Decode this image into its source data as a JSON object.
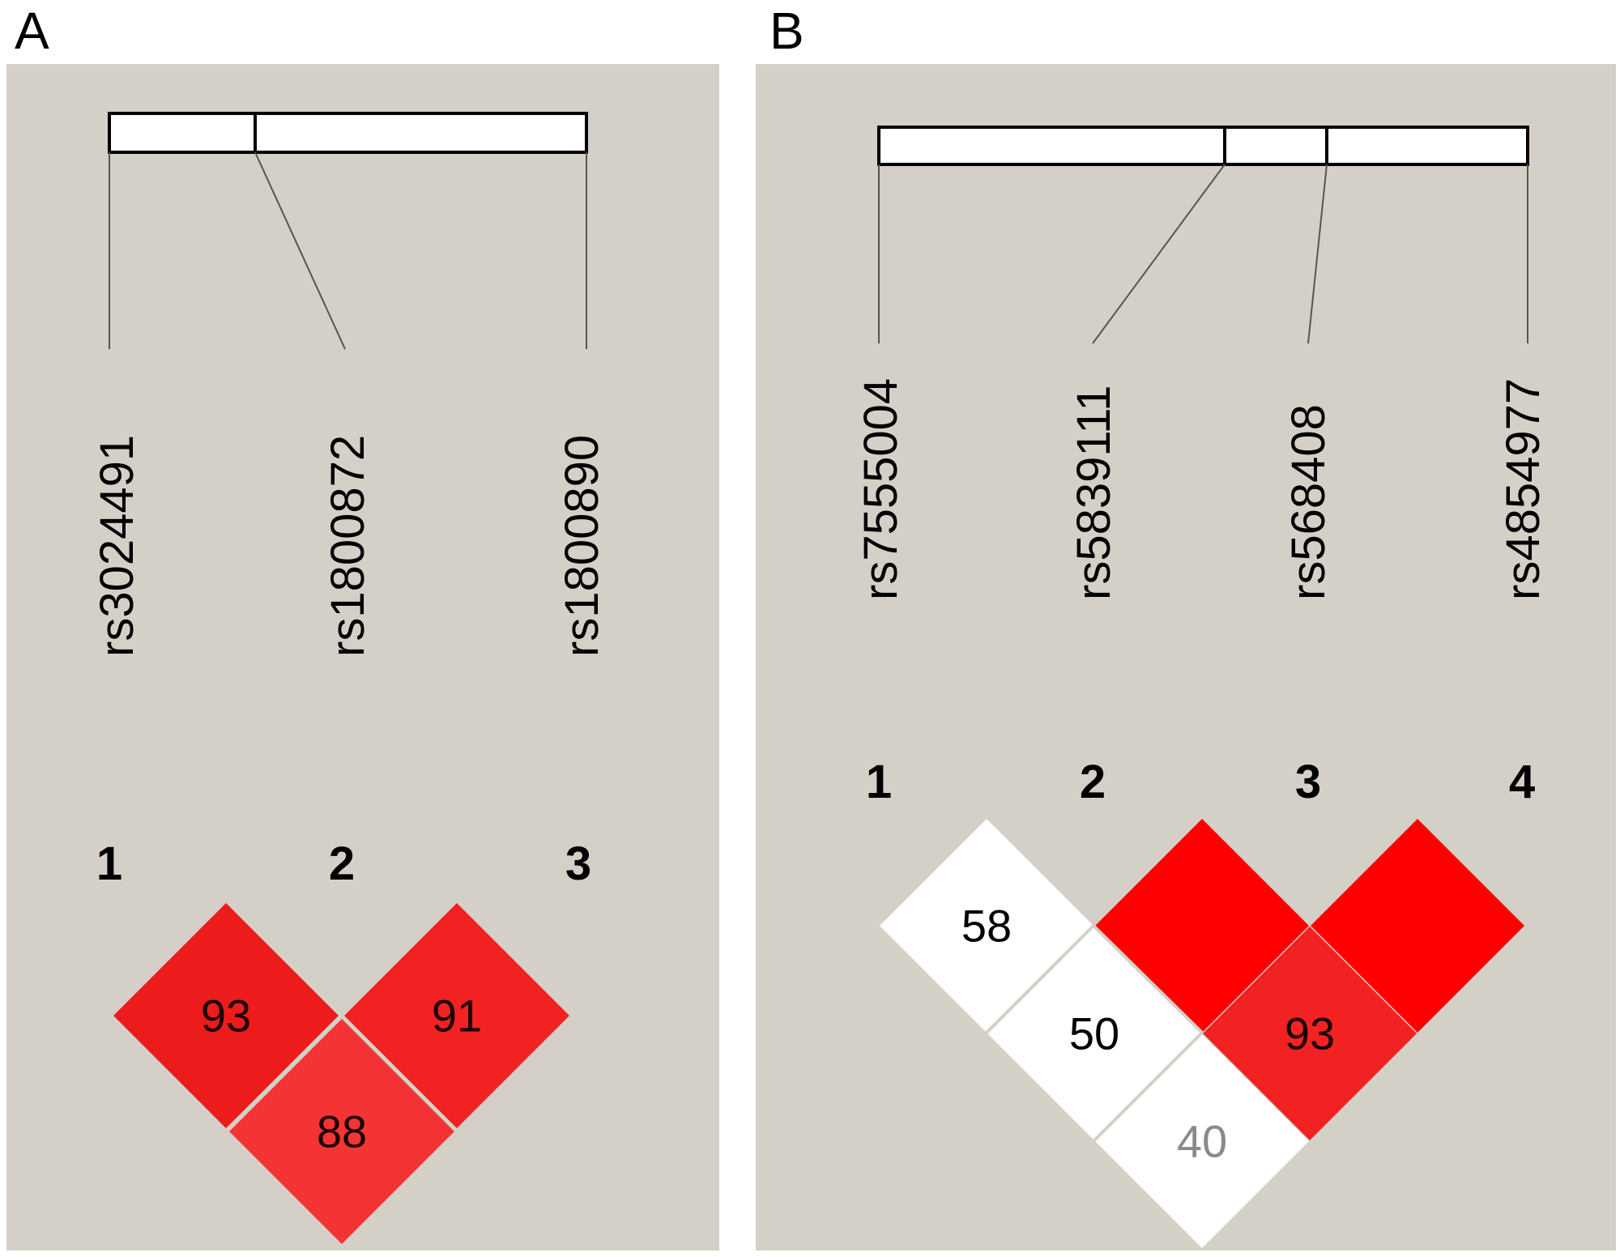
{
  "panels": [
    {
      "letter": "A",
      "snps": [
        {
          "index": "1",
          "name": "rs3024491"
        },
        {
          "index": "2",
          "name": "rs1800872"
        },
        {
          "index": "3",
          "name": "rs1800890"
        }
      ],
      "cells": [
        {
          "i": 1,
          "j": 2,
          "value": "93",
          "color": "#ec1c1c",
          "text_color": "#1a0000"
        },
        {
          "i": 2,
          "j": 3,
          "value": "91",
          "color": "#f22222",
          "text_color": "#1a0000"
        },
        {
          "i": 1,
          "j": 3,
          "value": "88",
          "color": "#f43434",
          "text_color": "#1a0000"
        }
      ]
    },
    {
      "letter": "B",
      "snps": [
        {
          "index": "1",
          "name": "rs7555004"
        },
        {
          "index": "2",
          "name": "rs5839111"
        },
        {
          "index": "3",
          "name": "rs568408"
        },
        {
          "index": "4",
          "name": "rs4854977"
        }
      ],
      "cells": [
        {
          "i": 1,
          "j": 2,
          "value": "58",
          "color": "#ffffff",
          "text_color": "#000000"
        },
        {
          "i": 2,
          "j": 3,
          "value": "",
          "color": "#ff0000",
          "text_color": "#000000"
        },
        {
          "i": 3,
          "j": 4,
          "value": "",
          "color": "#ff0000",
          "text_color": "#000000"
        },
        {
          "i": 1,
          "j": 3,
          "value": "50",
          "color": "#ffffff",
          "text_color": "#000000"
        },
        {
          "i": 2,
          "j": 4,
          "value": "93",
          "color": "#f22222",
          "text_color": "#1a0000"
        },
        {
          "i": 1,
          "j": 4,
          "value": "40",
          "color": "#ffffff",
          "text_color": "#8a8a8a"
        }
      ]
    }
  ]
}
